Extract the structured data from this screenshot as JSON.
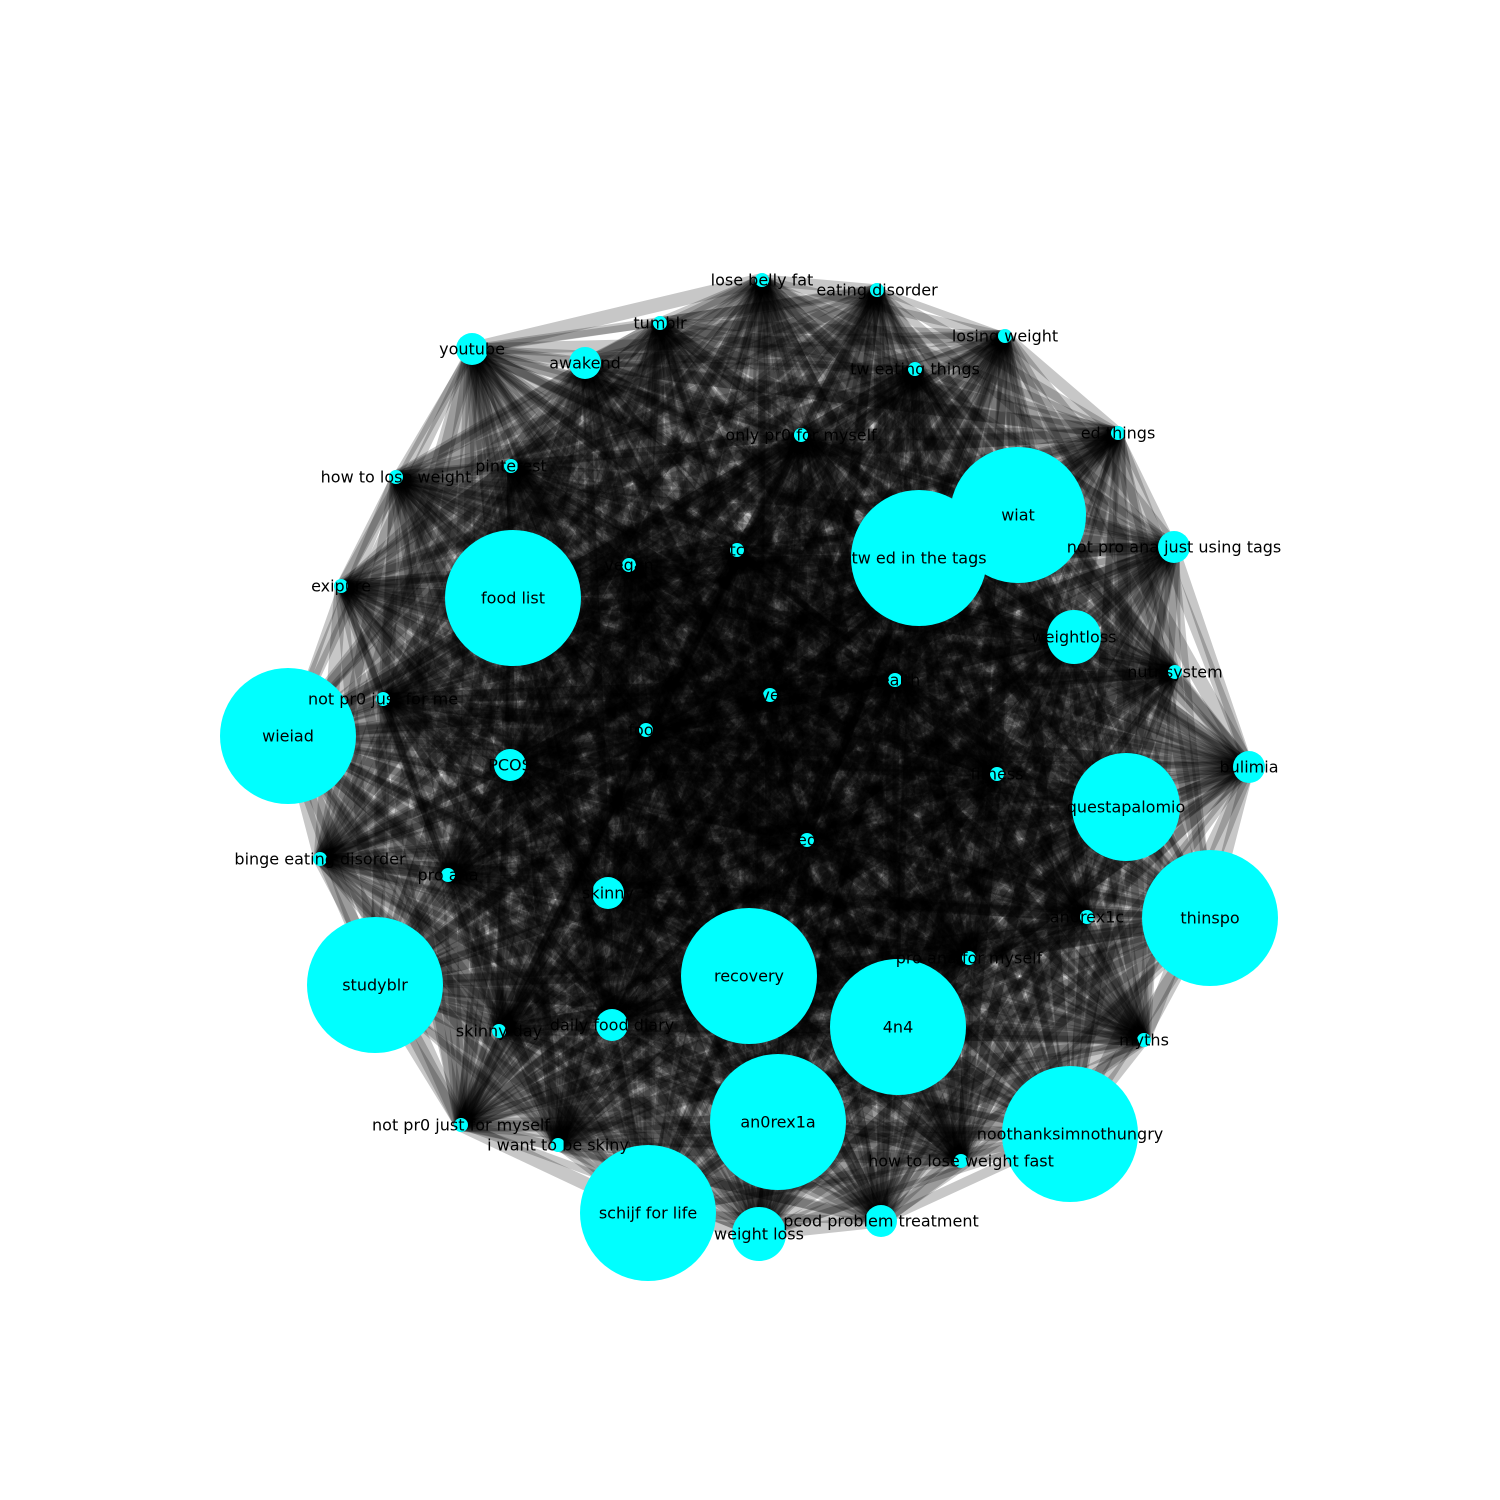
{
  "style": {
    "node_color": "#00ffff",
    "edge_color": "#000000",
    "background": "#ffffff"
  },
  "nodes": [
    {
      "id": "lose belly fat",
      "label": "lose belly fat",
      "size": 1
    },
    {
      "id": "eating disorder",
      "label": "eating disorder",
      "size": 1
    },
    {
      "id": "losing weight",
      "label": "losing weight",
      "size": 1
    },
    {
      "id": "tumblr",
      "label": "tumblr",
      "size": 1
    },
    {
      "id": "youtube",
      "label": "youtube",
      "size": 2
    },
    {
      "id": "awakend",
      "label": "awakend",
      "size": 2
    },
    {
      "id": "tw eating things",
      "label": "tw eating things",
      "size": 1
    },
    {
      "id": "ed things",
      "label": "ed things",
      "size": 1
    },
    {
      "id": "only pr0 for myself",
      "label": "only pr0 for myself",
      "size": 1
    },
    {
      "id": "how to lose weight",
      "label": "how to lose weight",
      "size": 1
    },
    {
      "id": "pinterest",
      "label": "pinterest",
      "size": 1
    },
    {
      "id": "wiat",
      "label": "wiat",
      "size": 10
    },
    {
      "id": "tw ed in the tags",
      "label": "tw ed in the tags",
      "size": 10
    },
    {
      "id": "not pro ana just using tags",
      "label": "not pro ana just using tags",
      "size": 2
    },
    {
      "id": "food list",
      "label": "food list",
      "size": 10
    },
    {
      "id": "vegan",
      "label": "vegan",
      "size": 1
    },
    {
      "id": "tc",
      "label": "tc",
      "size": 1
    },
    {
      "id": "exipure",
      "label": "exipure",
      "size": 1
    },
    {
      "id": "weightloss",
      "label": "weightloss",
      "size": 3
    },
    {
      "id": "nutrisystem",
      "label": "nutrisystem",
      "size": 1
    },
    {
      "id": "wieiad",
      "label": "wieiad",
      "size": 10
    },
    {
      "id": "not pr0 just for me",
      "label": "not pr0 just for me",
      "size": 1
    },
    {
      "id": "ve",
      "label": "ve",
      "size": 1
    },
    {
      "id": "health",
      "label": "health",
      "size": 1
    },
    {
      "id": "food",
      "label": "food",
      "size": 1
    },
    {
      "id": "bulimia",
      "label": "bulimia",
      "size": 2
    },
    {
      "id": "PCOS",
      "label": "PCOS",
      "size": 2
    },
    {
      "id": "fitness",
      "label": "fitness",
      "size": 1
    },
    {
      "id": "questapalomio",
      "label": "questapalomio",
      "size": 8
    },
    {
      "id": "ed",
      "label": "ed",
      "size": 1
    },
    {
      "id": "binge eating disorder",
      "label": "binge eating disorder",
      "size": 1
    },
    {
      "id": "pro ana",
      "label": "pro ana",
      "size": 1
    },
    {
      "id": "thinspo",
      "label": "thinspo",
      "size": 10
    },
    {
      "id": "skinny",
      "label": "skinny",
      "size": 2
    },
    {
      "id": "an0rex1c",
      "label": "an0rex1c",
      "size": 1
    },
    {
      "id": "pro ana for myself",
      "label": "pro ana for myself",
      "size": 1
    },
    {
      "id": "studyblr",
      "label": "studyblr",
      "size": 10
    },
    {
      "id": "recovery",
      "label": "recovery",
      "size": 10
    },
    {
      "id": "4n4",
      "label": "4n4",
      "size": 10
    },
    {
      "id": "skinny day",
      "label": "skinny day",
      "size": 1
    },
    {
      "id": "daily food diary",
      "label": "daily food diary",
      "size": 2
    },
    {
      "id": "myths",
      "label": "myths",
      "size": 1
    },
    {
      "id": "an0rex1a",
      "label": "an0rex1a",
      "size": 10
    },
    {
      "id": "not pr0 just for myself",
      "label": "not pr0 just for myself",
      "size": 1
    },
    {
      "id": "i want to be skinny",
      "label": "i want to be skiny",
      "size": 1
    },
    {
      "id": "noothanksimnothungry",
      "label": "noothanksimnothungry",
      "size": 10
    },
    {
      "id": "how to lose weight fast",
      "label": "how to lose weight fast",
      "size": 1
    },
    {
      "id": "schijf for life",
      "label": "schijf for life",
      "size": 10
    },
    {
      "id": "weight loss",
      "label": "weight loss",
      "size": 3
    },
    {
      "id": "pcod problem treatment",
      "label": "pcod problem treatment",
      "size": 2
    }
  ]
}
